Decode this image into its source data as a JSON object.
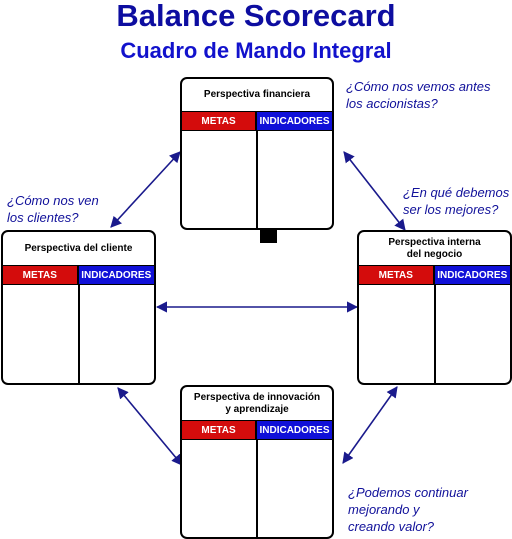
{
  "title": "Balance Scorecard",
  "subtitle": "Cuadro de Mando Integral",
  "columns": {
    "metas": "METAS",
    "indicadores": "INDICADORES"
  },
  "perspectives": {
    "financiera": {
      "title": "Perspectiva financiera",
      "question": "¿Cómo nos vemos antes los accionistas?"
    },
    "cliente": {
      "title": "Perspectiva del cliente",
      "question": "¿Cómo nos ven los clientes?"
    },
    "interna": {
      "title_line1": "Perspectiva interna",
      "title_line2": "del negocio",
      "question": "¿En qué debemos ser los mejores?"
    },
    "innovacion": {
      "title_line1": "Perspectiva de innovación",
      "title_line2": "y aprendizaje",
      "question_line1": "¿Podemos continuar",
      "question_line2": "mejorando y",
      "question_line3": "creando valor?"
    }
  },
  "colors": {
    "title": "#0d0da0",
    "metas": "#d40c0c",
    "indicadores": "#1010d8",
    "arrow": "#1a1a8c",
    "question": "#11119a"
  }
}
